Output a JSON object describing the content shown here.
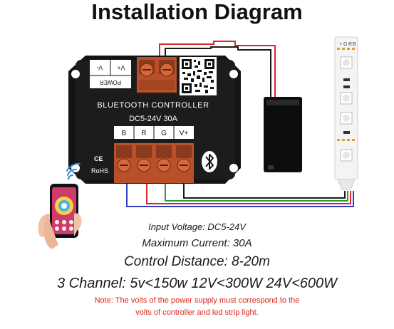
{
  "title": "Installation Diagram",
  "controller": {
    "brand_line": "BLUETOOTH CONTROLLER",
    "rating_line": "DC5-24V  30A",
    "power_label": "POWER",
    "power_minus": "V-",
    "power_plus": "V+",
    "terminals": [
      "B",
      "R",
      "G",
      "V+"
    ],
    "ce_mark": "CE",
    "rohs_mark": "RoHS"
  },
  "strip": {
    "pin_labels": [
      "+",
      "G",
      "R",
      "B"
    ]
  },
  "specs": {
    "input_voltage": "Input Voltage: DC5-24V",
    "max_current": "Maximum Current: 30A",
    "control_distance": "Control Distance: 8-20m",
    "channels": "3 Channel: 5v<150w 12V<300W 24V<600W"
  },
  "note": {
    "line1": "Note: The volts of the power supply must correspond to the",
    "line2": "volts of controller and led strip light."
  },
  "colors": {
    "wire_red": "#d9282a",
    "wire_green": "#2e9a3a",
    "wire_blue": "#2b3fb8",
    "wire_black": "#1a1a1a",
    "terminal_orange": "#b9502a",
    "note_red": "#e0241b"
  }
}
